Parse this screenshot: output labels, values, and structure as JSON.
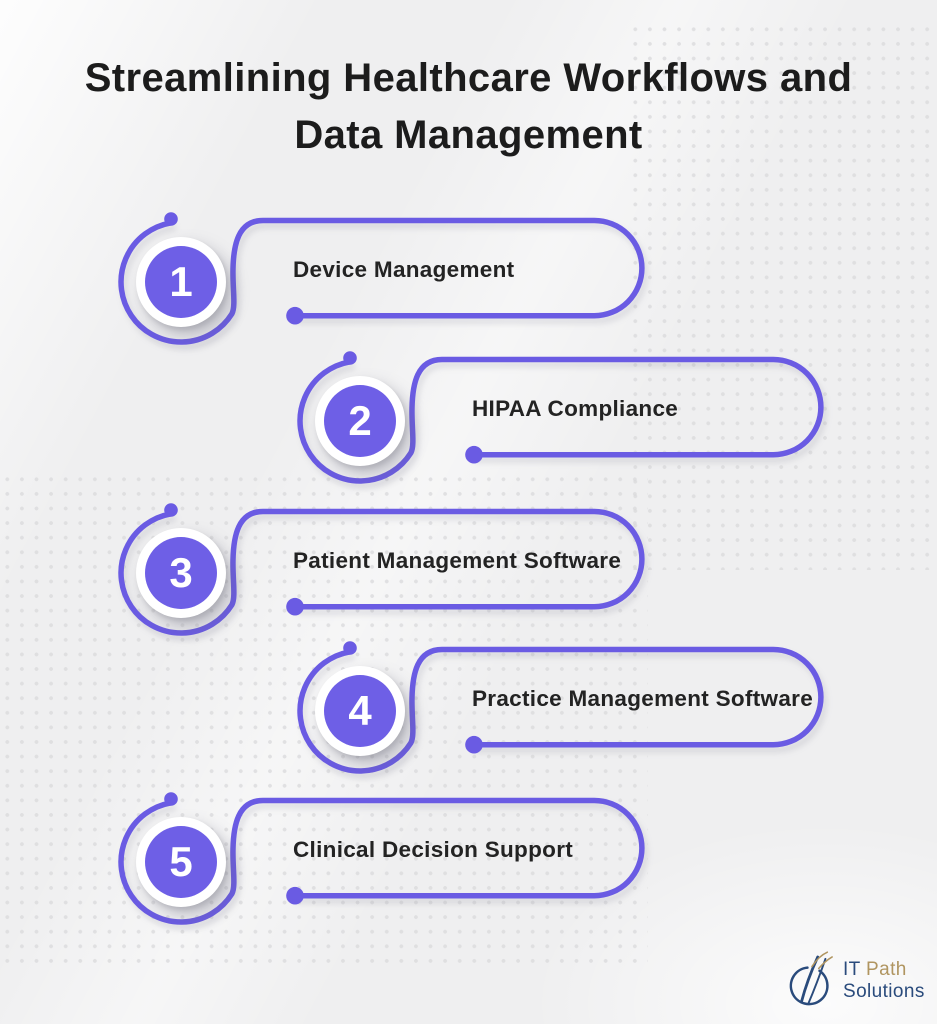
{
  "title": {
    "line1": "Streamlining Healthcare Workflows and",
    "line2": "Data Management"
  },
  "items": [
    {
      "number": "1",
      "label": "Device Management"
    },
    {
      "number": "2",
      "label": "HIPAA Compliance"
    },
    {
      "number": "3",
      "label": "Patient Management Software"
    },
    {
      "number": "4",
      "label": "Practice Management Software"
    },
    {
      "number": "5",
      "label": "Clinical Decision Support"
    }
  ],
  "logo": {
    "it": "IT",
    "path": "Path",
    "solutions": "Solutions"
  },
  "colors": {
    "accent": "#6A5BE3",
    "accentFill": "#6E5FE6",
    "navy": "#2A4B7C",
    "gold": "#B09560",
    "background": "#EFEFF0",
    "titleText": "#1C1C1C",
    "labelText": "#232323",
    "dot": "#D9D9DB"
  }
}
